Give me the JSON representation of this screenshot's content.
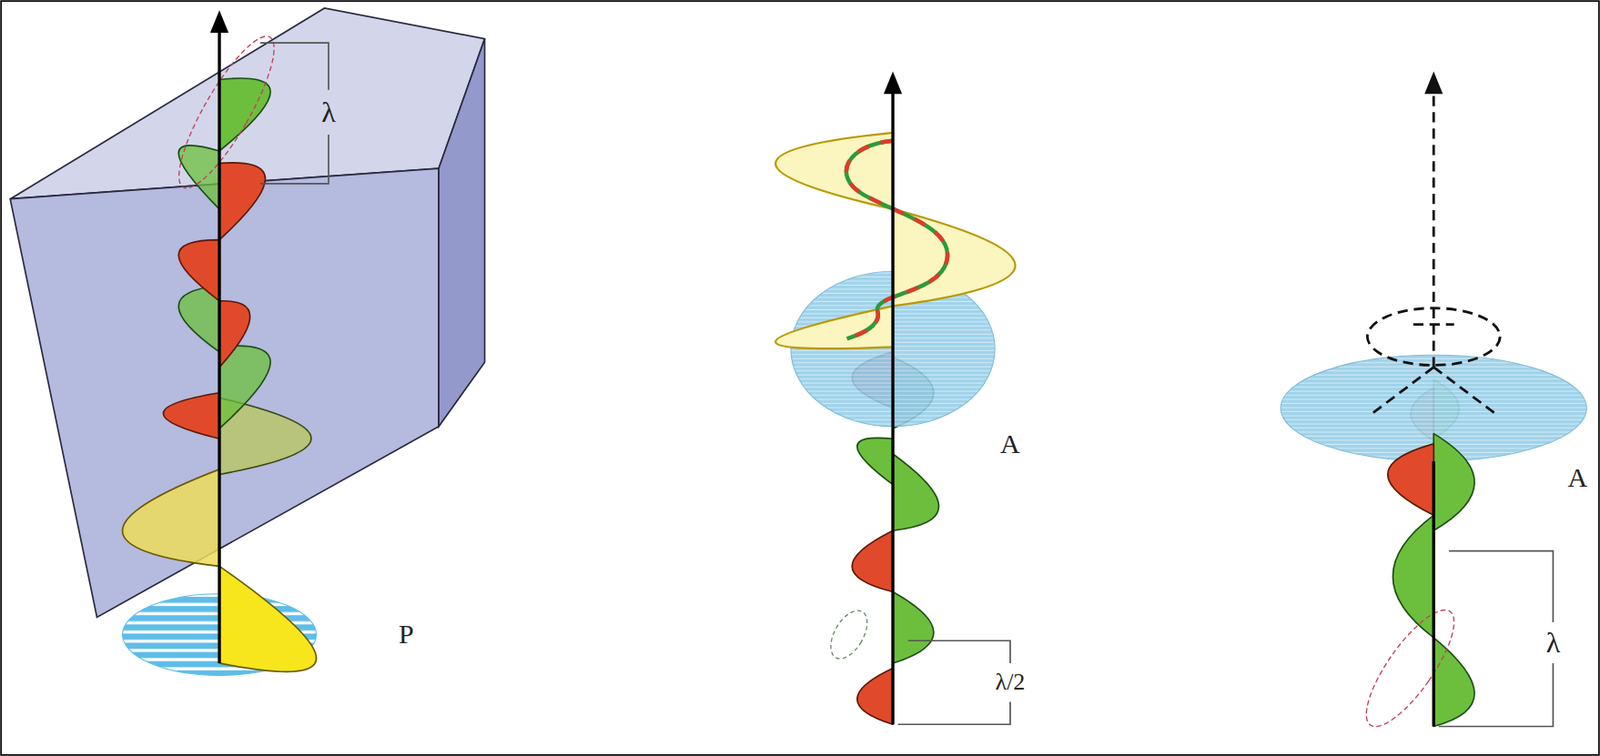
{
  "diagram": {
    "labels": [
      "λ",
      "P",
      "A",
      "λ/2",
      "A",
      "λ"
    ]
  }
}
